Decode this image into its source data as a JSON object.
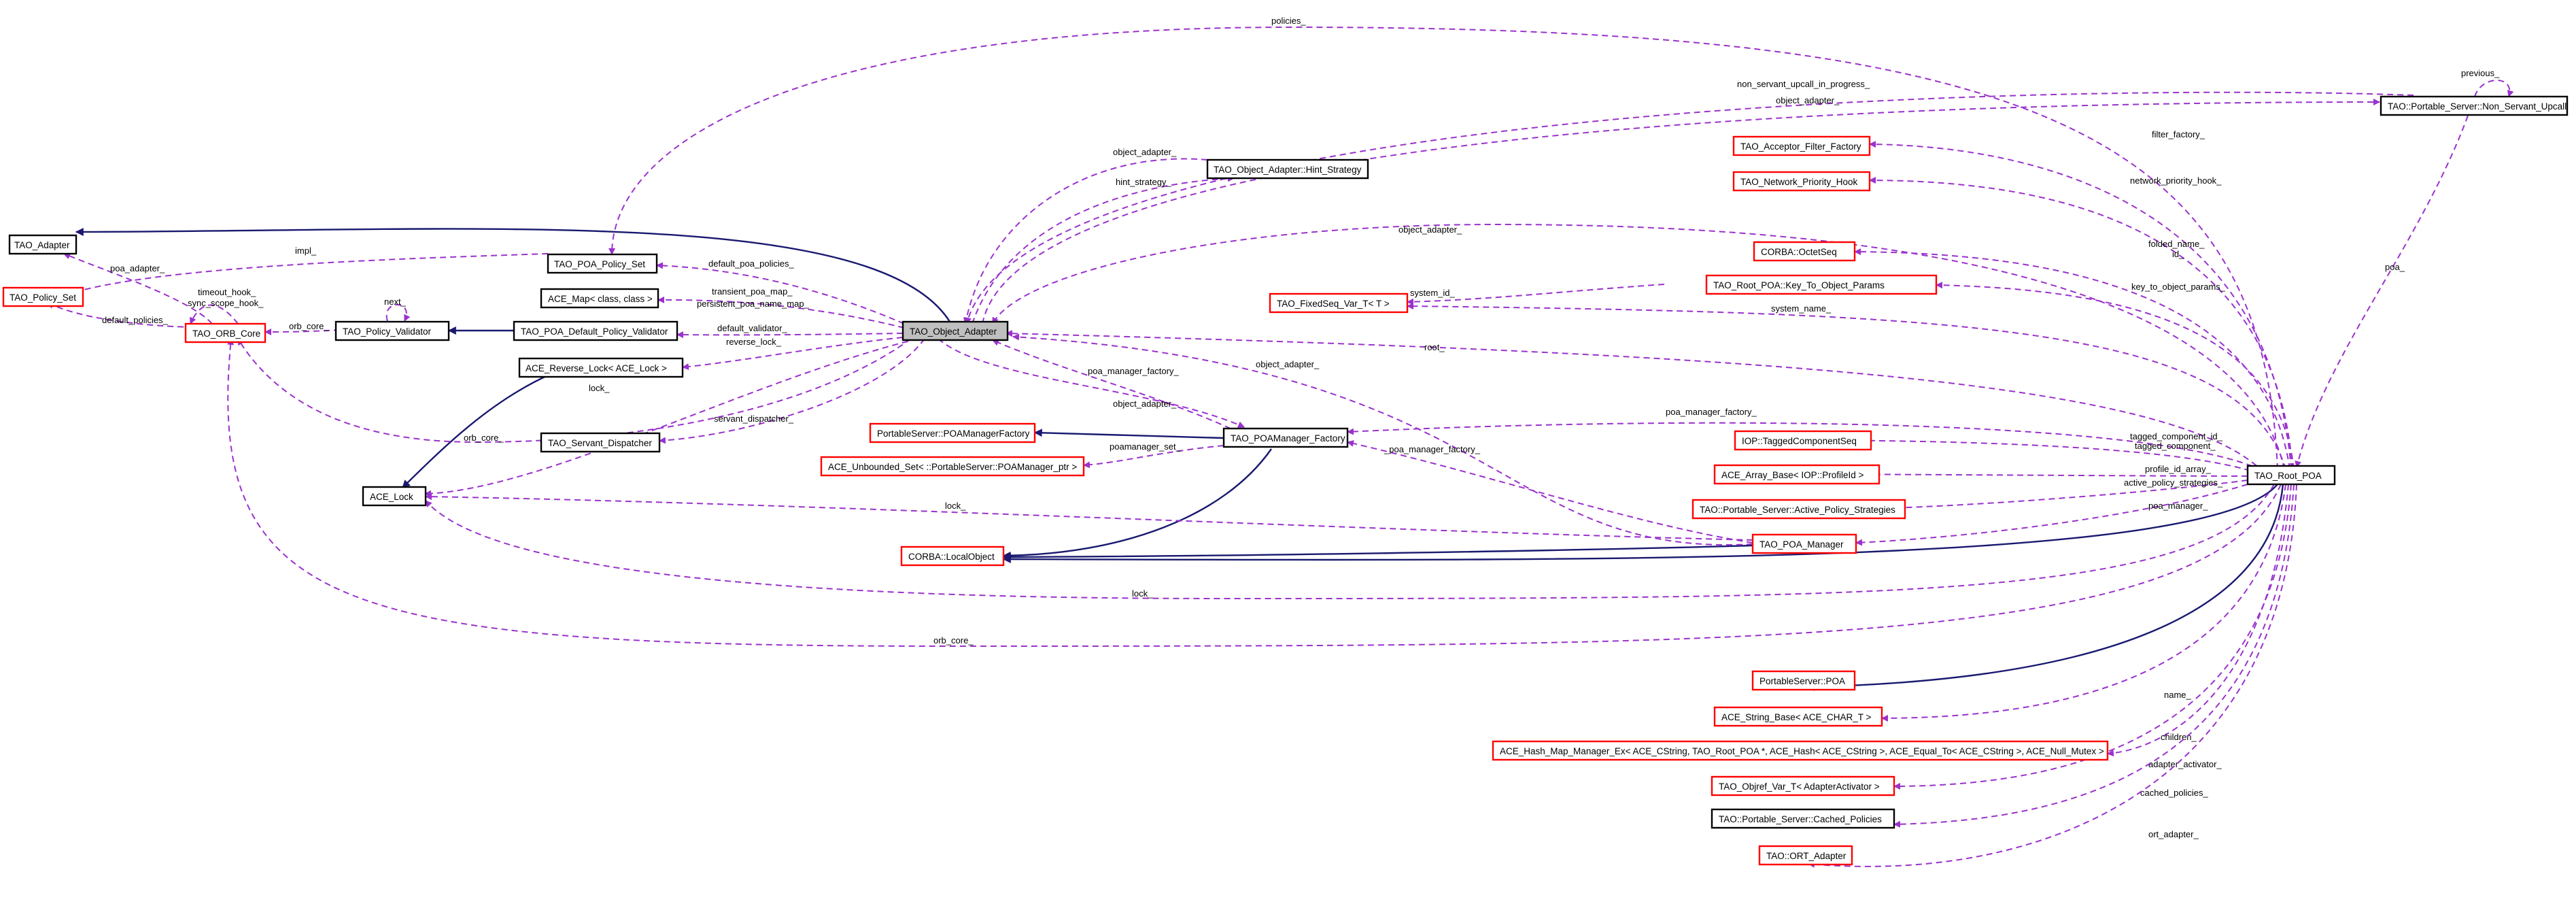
{
  "diagram": {
    "nodes": {
      "tao_adapter": "TAO_Adapter",
      "tao_policy_set": "TAO_Policy_Set",
      "tao_orb_core": "TAO_ORB_Core",
      "tao_policy_validator": "TAO_Policy_Validator",
      "tao_poa_policy_set": "TAO_POA_Policy_Set",
      "ace_map": "ACE_Map< class, class >",
      "tao_poa_default_policy_validator": "TAO_POA_Default_Policy_Validator",
      "ace_reverse_lock": "ACE_Reverse_Lock< ACE_Lock >",
      "tao_servant_dispatcher": "TAO_Servant_Dispatcher",
      "ace_lock": "ACE_Lock",
      "tao_object_adapter": "TAO_Object_Adapter",
      "hint_strategy": "TAO_Object_Adapter::Hint_Strategy",
      "poamanager_factory_ps": "PortableServer::POAManagerFactory",
      "ace_unbounded_set": "ACE_Unbounded_Set< ::PortableServer::POAManager_ptr >",
      "corba_localobject": "CORBA::LocalObject",
      "tao_poamanager_factory": "TAO_POAManager_Factory",
      "non_servant_upcall": "TAO::Portable_Server::Non_Servant_Upcall",
      "tao_acceptor_filter_factory": "TAO_Acceptor_Filter_Factory",
      "tao_network_priority_hook": "TAO_Network_Priority_Hook",
      "corba_octetseq": "CORBA::OctetSeq",
      "key_to_object_params": "TAO_Root_POA::Key_To_Object_Params",
      "tao_fixedseq_var": "TAO_FixedSeq_Var_T< T >",
      "iop_taggedcomponentseq": "IOP::TaggedComponentSeq",
      "ace_array_base": "ACE_Array_Base< IOP::ProfileId >",
      "active_policy_strategies": "TAO::Portable_Server::Active_Policy_Strategies",
      "tao_poa_manager": "TAO_POA_Manager",
      "tao_root_poa": "TAO_Root_POA",
      "portableserver_poa": "PortableServer::POA",
      "ace_string_base": "ACE_String_Base< ACE_CHAR_T >",
      "ace_hash_map": "ACE_Hash_Map_Manager_Ex< ACE_CString, TAO_Root_POA *, ACE_Hash< ACE_CString >, ACE_Equal_To< ACE_CString >, ACE_Null_Mutex >",
      "tao_objref_var": "TAO_Objref_Var_T< AdapterActivator >",
      "cached_policies": "TAO::Portable_Server::Cached_Policies",
      "tao_ort_adapter": "TAO::ORT_Adapter"
    },
    "edge_labels": {
      "policies": "policies_",
      "non_servant_upcall_in_progress": "non_servant_upcall_in_progress_",
      "object_adapter_top": "object_adapter_",
      "previous": "previous_",
      "filter_factory": "filter_factory_",
      "network_priority_hook": "network_priority_hook_",
      "object_adapter_hint": "object_adapter_",
      "hint_strategy": "hint_strategy_",
      "object_adapter_mid": "object_adapter_",
      "impl": "impl_",
      "poa_adapter": "poa_adapter_",
      "default_poa_policies": "default_poa_policies_",
      "folded_name": "folded_name_",
      "id": "id_",
      "timeout_hook": "timeout_hook_",
      "sync_scope_hook": "sync_scope_hook_",
      "next": "next_",
      "system_id": "system_id_",
      "key_to_object_params": "key_to_object_params_",
      "transient_poa_map": "transient_poa_map_",
      "persistent_poa_name_map": "persistent_poa_name_map_",
      "system_name": "system_name_",
      "default_policies": "default_policies_",
      "orb_core_left": "orb_core_",
      "default_validator": "default_validator_",
      "reverse_lock": "reverse_lock_",
      "root": "root_",
      "poa": "poa_",
      "object_adapter_pm": "object_adapter_",
      "lock_top": "lock_",
      "poa_manager_factory_top": "poa_manager_factory_",
      "orb_core_mid": "orb_core_",
      "servant_dispatcher": "servant_dispatcher_",
      "object_adapter_fac": "object_adapter_",
      "poa_manager_factory_right": "poa_manager_factory_",
      "tagged_component_id": "tagged_component_id_",
      "tagged_component": "tagged_component_",
      "poamanager_set": "poamanager_set_",
      "poa_manager_factory_mid": "_poa_manager_factory_",
      "profile_id_array": "profile_id_array_",
      "active_policy_strategies": "active_policy_strategies_",
      "lock_mid": "lock_",
      "poa_manager": "poa_manager_",
      "lock_bottom": "lock_",
      "orb_core_bottom": "orb_core_",
      "name": "name_",
      "children": "children_",
      "adapter_activator": "adapter_activator_",
      "cached_policies": "cached_policies_",
      "ort_adapter": "ort_adapter_"
    }
  }
}
